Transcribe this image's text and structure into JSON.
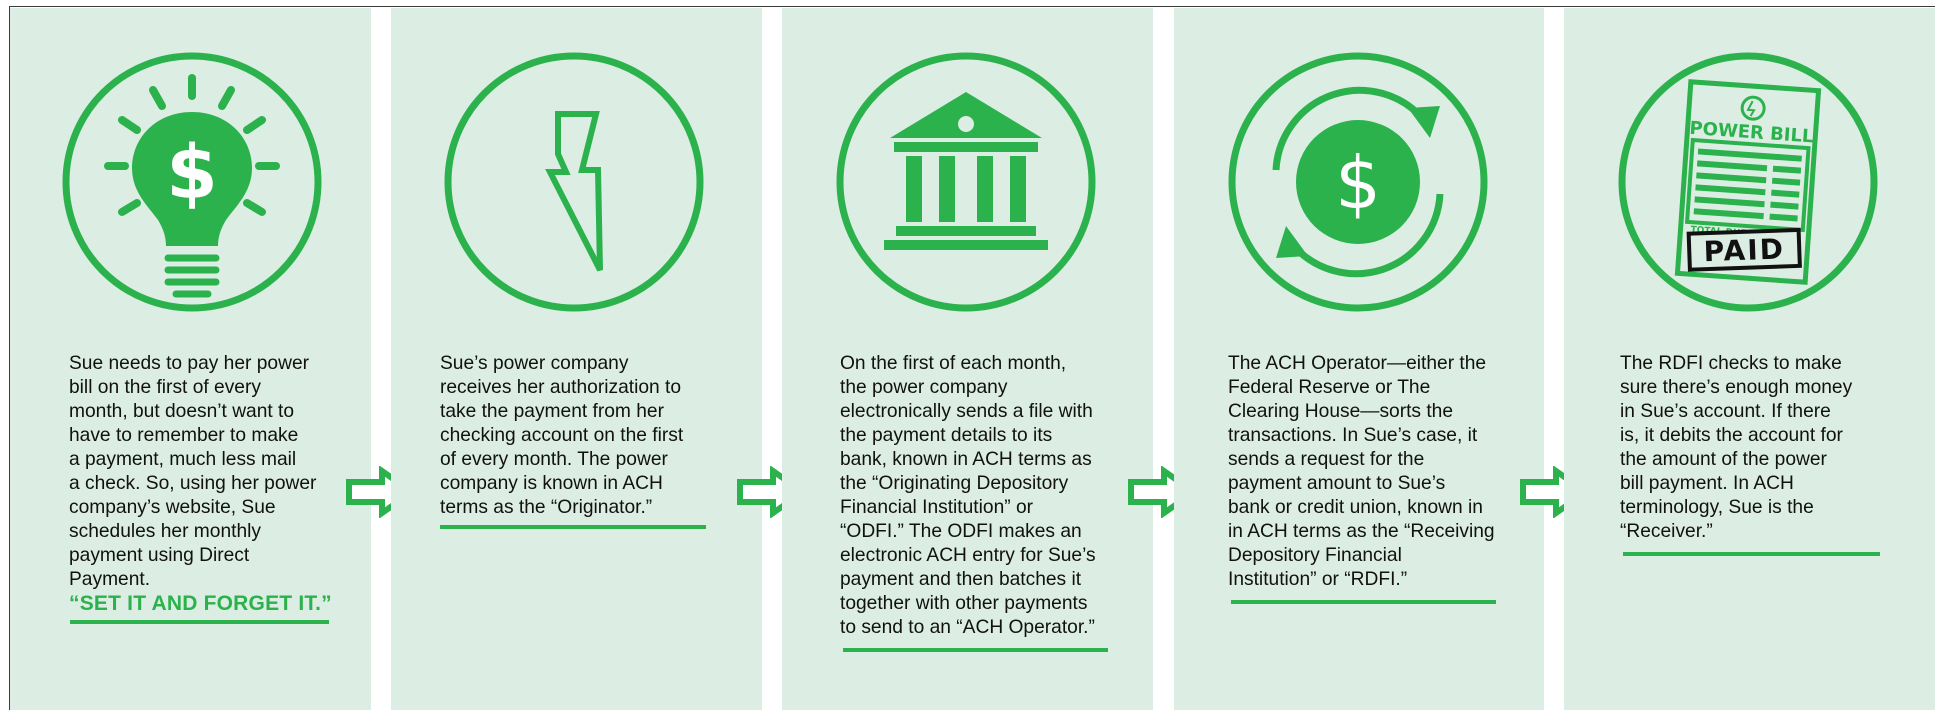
{
  "accent_color": "#2bb24c",
  "panel_color": "#dcede3",
  "steps": [
    {
      "icon": "lightbulb-dollar-icon",
      "text": "Sue needs to pay her power\nbill on the first of every\nmonth, but doesn’t want to\nhave to remember to make\n a payment, much less mail\na check. So, using her power\ncompany’s website, Sue\nschedules her monthly\npayment using Direct\nPayment.",
      "tagline": "“SET IT AND FORGET IT.”"
    },
    {
      "icon": "lightning-bolt-icon",
      "text": "Sue’s power company\nreceives her authorization to\ntake the payment from her\nchecking account on the first\nof every month. The power\ncompany is known in ACH\nterms as the “Originator.”"
    },
    {
      "icon": "bank-building-icon",
      "text": "On the first of each month,\nthe power company\nelectronically sends a file with\nthe payment details to its\nbank, known in ACH terms as\nthe “Originating Depository\nFinancial Institution” or\n“ODFI.” The ODFI makes an\nelectronic ACH entry for Sue’s\npayment and then batches it\ntogether with other payments\nto send to an “ACH Operator.”"
    },
    {
      "icon": "dollar-cycle-icon",
      "text": "The ACH Operator—either the\nFederal Reserve or The\nClearing House—sorts the\ntransactions. In Sue’s case, it\nsends a request for the\npayment amount to Sue’s\nbank or credit union, known in\nin ACH terms as the “Receiving\nDepository Financial\nInstitution” or “RDFI.”"
    },
    {
      "icon": "paid-power-bill-icon",
      "text": "The RDFI checks to make\nsure there’s enough money\nin Sue’s account. If there\nis, it debits the account for\nthe amount of the power\nbill payment. In ACH\nterminology, Sue is the\n“Receiver.”",
      "bill_title": "POWER BILL",
      "bill_total": "TOTAL DUE: $",
      "bill_stamp": "PAID"
    }
  ]
}
